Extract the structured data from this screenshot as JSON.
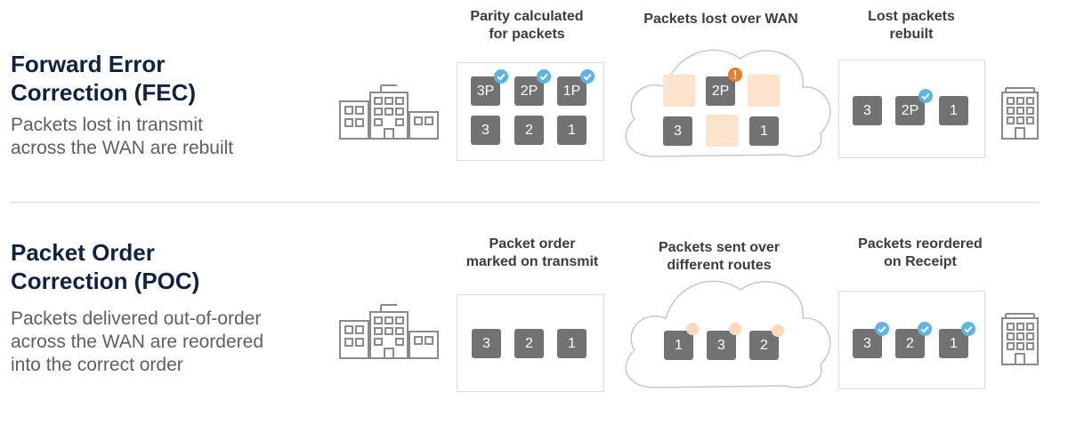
{
  "fec": {
    "title_line1": "Forward Error",
    "title_line2": "Correction (FEC)",
    "desc_line1": "Packets lost in transmit",
    "desc_line2": "across the WAN are rebuilt",
    "stage1": {
      "caption_line1": "Parity calculated",
      "caption_line2": "for packets",
      "parity": [
        "3P",
        "2P",
        "1P"
      ],
      "packets": [
        "3",
        "2",
        "1"
      ]
    },
    "stage2": {
      "caption": "Packets lost over WAN",
      "surviving_parity": "2P",
      "packets": [
        "3",
        "1"
      ]
    },
    "stage3": {
      "caption_line1": "Lost packets",
      "caption_line2": "rebuilt",
      "packets": [
        "3",
        "2P",
        "1"
      ]
    }
  },
  "poc": {
    "title_line1": "Packet Order",
    "title_line2": "Correction (POC)",
    "desc_line1": "Packets delivered out-of-order",
    "desc_line2": "across the WAN are reordered",
    "desc_line3": "into the correct order",
    "stage1": {
      "caption_line1": "Packet order",
      "caption_line2": "marked on transmit",
      "packets": [
        "3",
        "2",
        "1"
      ]
    },
    "stage2": {
      "caption_line1": "Packets sent over",
      "caption_line2": "different routes",
      "packets": [
        "1",
        "3",
        "2"
      ]
    },
    "stage3": {
      "caption_line1": "Packets reordered",
      "caption_line2": "on Receipt",
      "packets": [
        "3",
        "2",
        "1"
      ]
    }
  },
  "icons": {
    "building": "office-building-icon",
    "tower": "tower-building-icon",
    "cloud": "cloud-icon",
    "check": "check-badge-icon",
    "alert": "alert-badge-icon"
  },
  "colors": {
    "title": "#0f2340",
    "description": "#5f5f5f",
    "packet": "#727272",
    "lost_packet": "#fbe3cc",
    "check_badge": "#5bb4e4",
    "alert_badge": "#ee7a2b"
  }
}
